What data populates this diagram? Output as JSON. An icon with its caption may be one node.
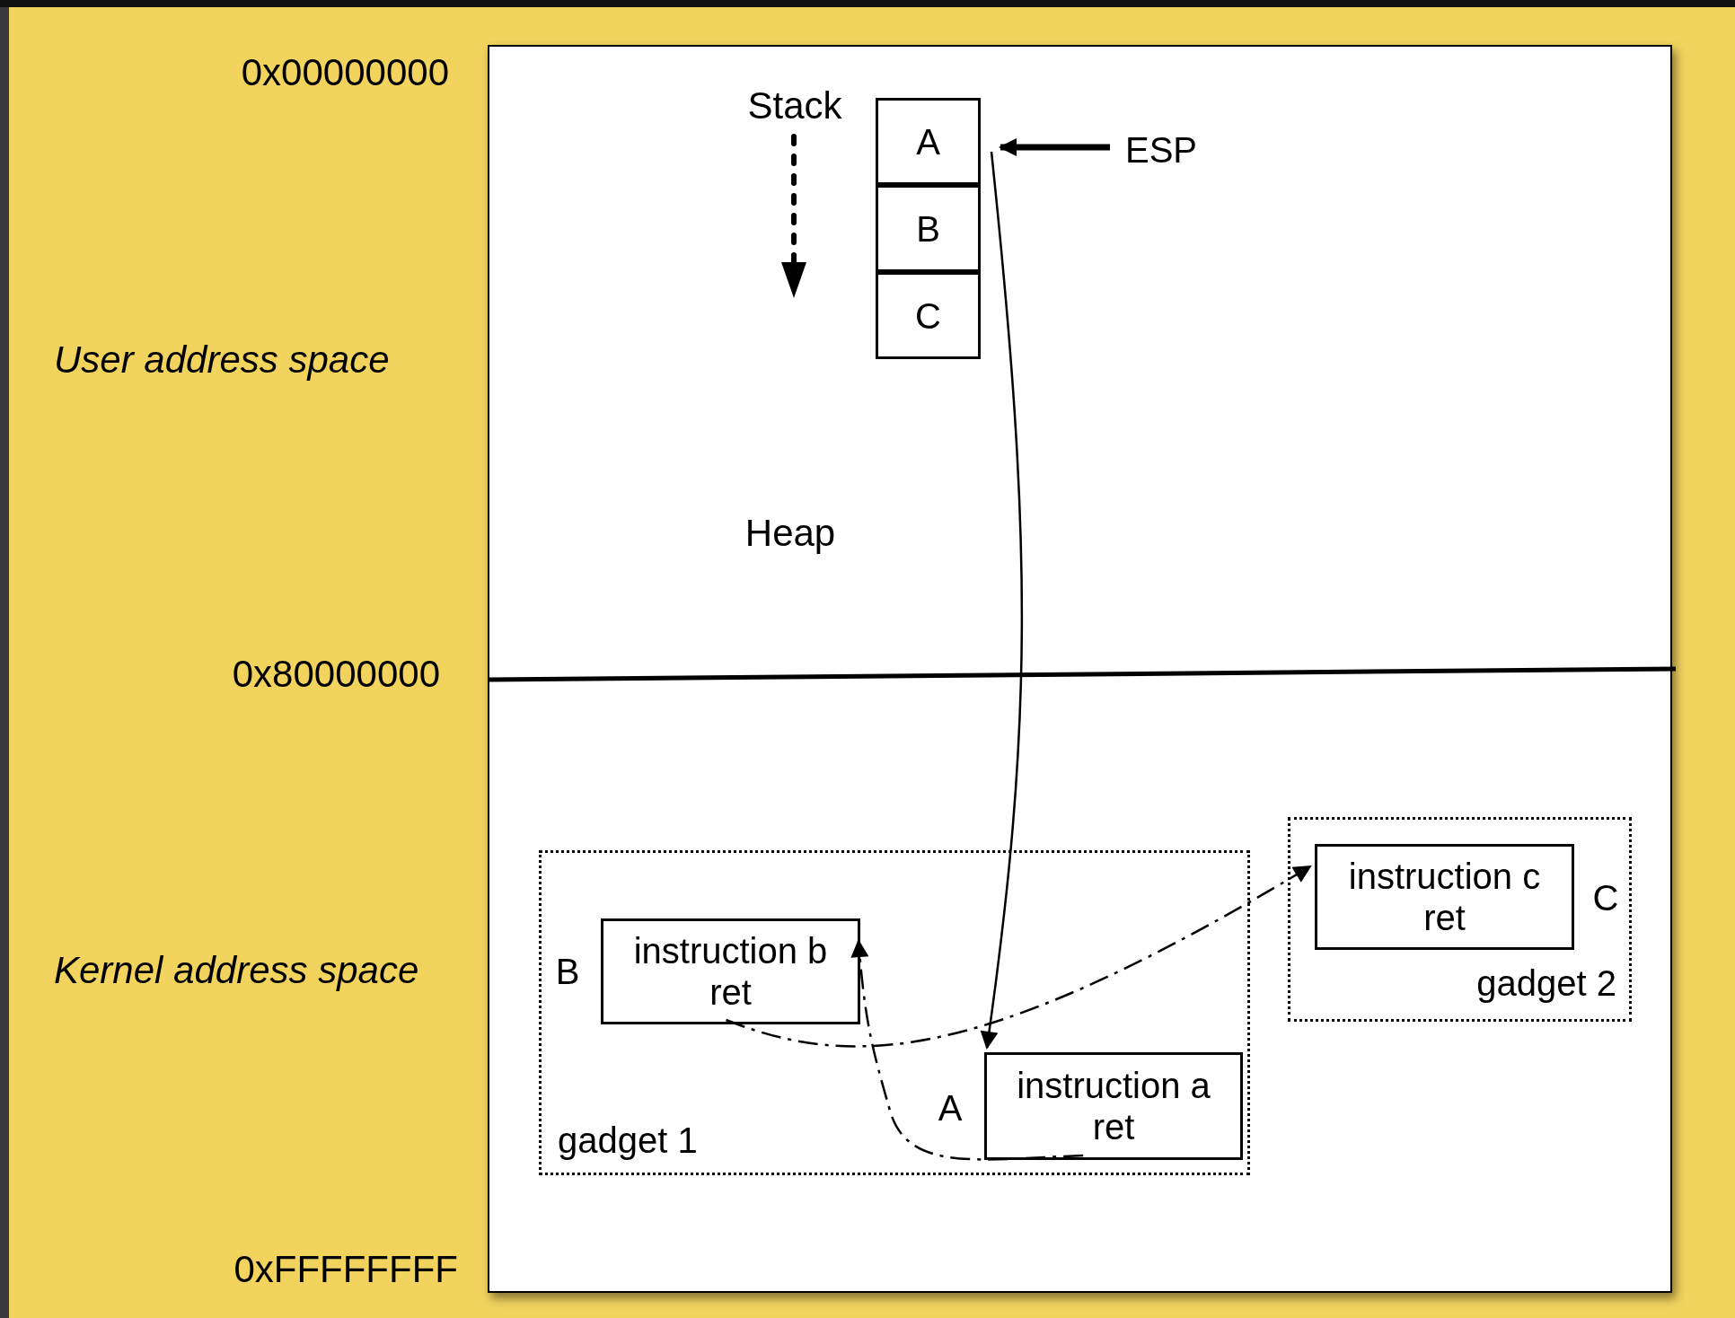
{
  "diagram": {
    "nodes": [
      {
        "text": [],
        "shape": "box"
      },
      {
        "text": [
          "A"
        ],
        "in": 0
      },
      {
        "text": [
          "B"
        ],
        "in": 0
      },
      {
        "text": [
          "C"
        ],
        "in": 0
      },
      {
        "text": [
          "ESP"
        ],
        "in": 0
      },
      {
        "text": [
          "gadget 1"
        ],
        "in": 0
      },
      {
        "text": [
          "instruction b ret"
        ],
        "in": 5,
        "beside": [
          "B"
        ]
      },
      {
        "text": [
          "instruction a ret"
        ],
        "in": 5,
        "beside": [
          "A"
        ]
      },
      {
        "text": [
          "gadget 2"
        ],
        "in": 0
      },
      {
        "text": [
          "instruction c ret"
        ],
        "in": 8,
        "beside": [
          "C"
        ]
      }
    ],
    "edges": [
      {
        "from": 4,
        "to": 1,
        "arrow": "to",
        "style": "thick"
      },
      {
        "from": 1,
        "to": 7,
        "arrow": "to"
      },
      {
        "from": 7,
        "to": 6,
        "arrow": "to",
        "style": "dashed"
      },
      {
        "from": 6,
        "to": 9,
        "arrow": "to",
        "style": "dashed"
      }
    ],
    "labels": [
      "0x00000000",
      "User address space",
      "0x80000000",
      "Kernel address space",
      "0xFFFFFFFF",
      "Stack",
      "Heap"
    ]
  }
}
